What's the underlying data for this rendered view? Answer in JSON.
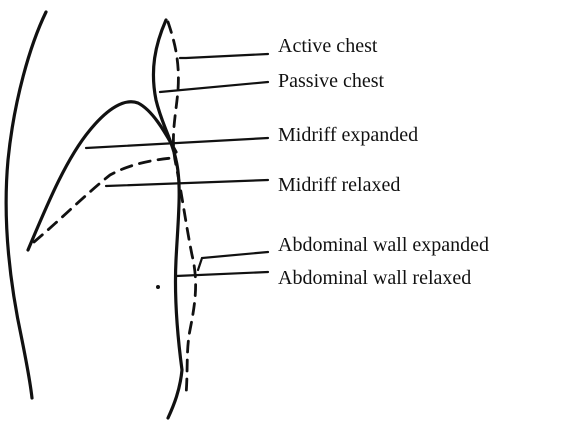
{
  "labels": {
    "active_chest": "Active chest",
    "passive_chest": "Passive chest",
    "midriff_expanded": "Midriff expanded",
    "midriff_relaxed": "Midriff relaxed",
    "abdominal_wall_expanded": "Abdominal wall expanded",
    "abdominal_wall_relaxed": "Abdominal wall relaxed"
  }
}
